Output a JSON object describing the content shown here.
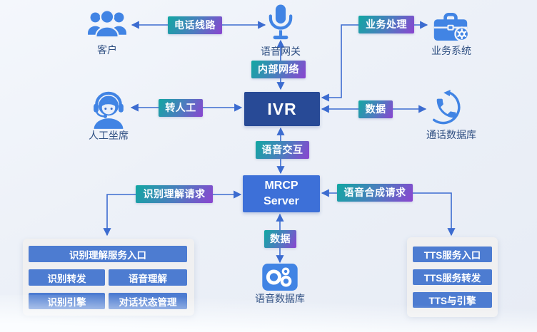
{
  "nodes": {
    "customers": "客户",
    "voice_gateway": "语音网关",
    "business_system": "业务系统",
    "agent": "人工坐席",
    "call_database": "通话数据库",
    "voice_database": "语音数据库",
    "ivr_label": "IVR",
    "mrcp_label": "MRCP Server"
  },
  "edges": {
    "phone_line": "电话线路",
    "business_processing": "业务处理",
    "internal_network": "内部网络",
    "to_agent": "转人工",
    "data_right": "数据",
    "voice_interaction": "语音交互",
    "recognition_request": "识别理解请求",
    "synthesis_request": "语音合成请求",
    "data_bottom": "数据"
  },
  "asr_panel": {
    "entry": "识别理解服务入口",
    "items": [
      "识别转发",
      "语音理解",
      "识别引擎",
      "对话状态管理"
    ]
  },
  "tts_panel": {
    "items": [
      "TTS服务入口",
      "TTS服务转发",
      "TTS与引擎"
    ]
  },
  "colors": {
    "tag_gradient_start": "#12a7a2",
    "tag_gradient_end": "#8b44d0",
    "ivr_box": "#284a96",
    "mrcp_box": "#3d70d8",
    "panel_box": "#4d7cd1",
    "icon_blue": "#4184e4",
    "arrow_blue": "#3c6cd0",
    "caption_text": "#2f4f82"
  }
}
